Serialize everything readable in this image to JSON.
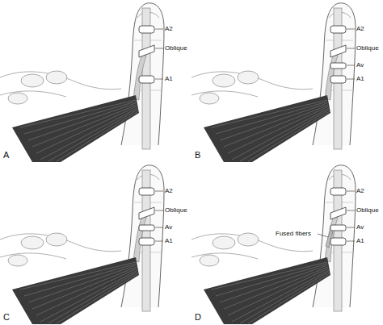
{
  "diagram": {
    "labels": [
      "A2",
      "Oblique",
      "A1",
      "A",
      "A2",
      "Oblique",
      "Av",
      "A1",
      "B",
      "A2",
      "Oblique",
      "Av",
      "A1",
      "C",
      "Fused fibers",
      "A2",
      "Oblique",
      "Av",
      "A1",
      "D"
    ]
  }
}
